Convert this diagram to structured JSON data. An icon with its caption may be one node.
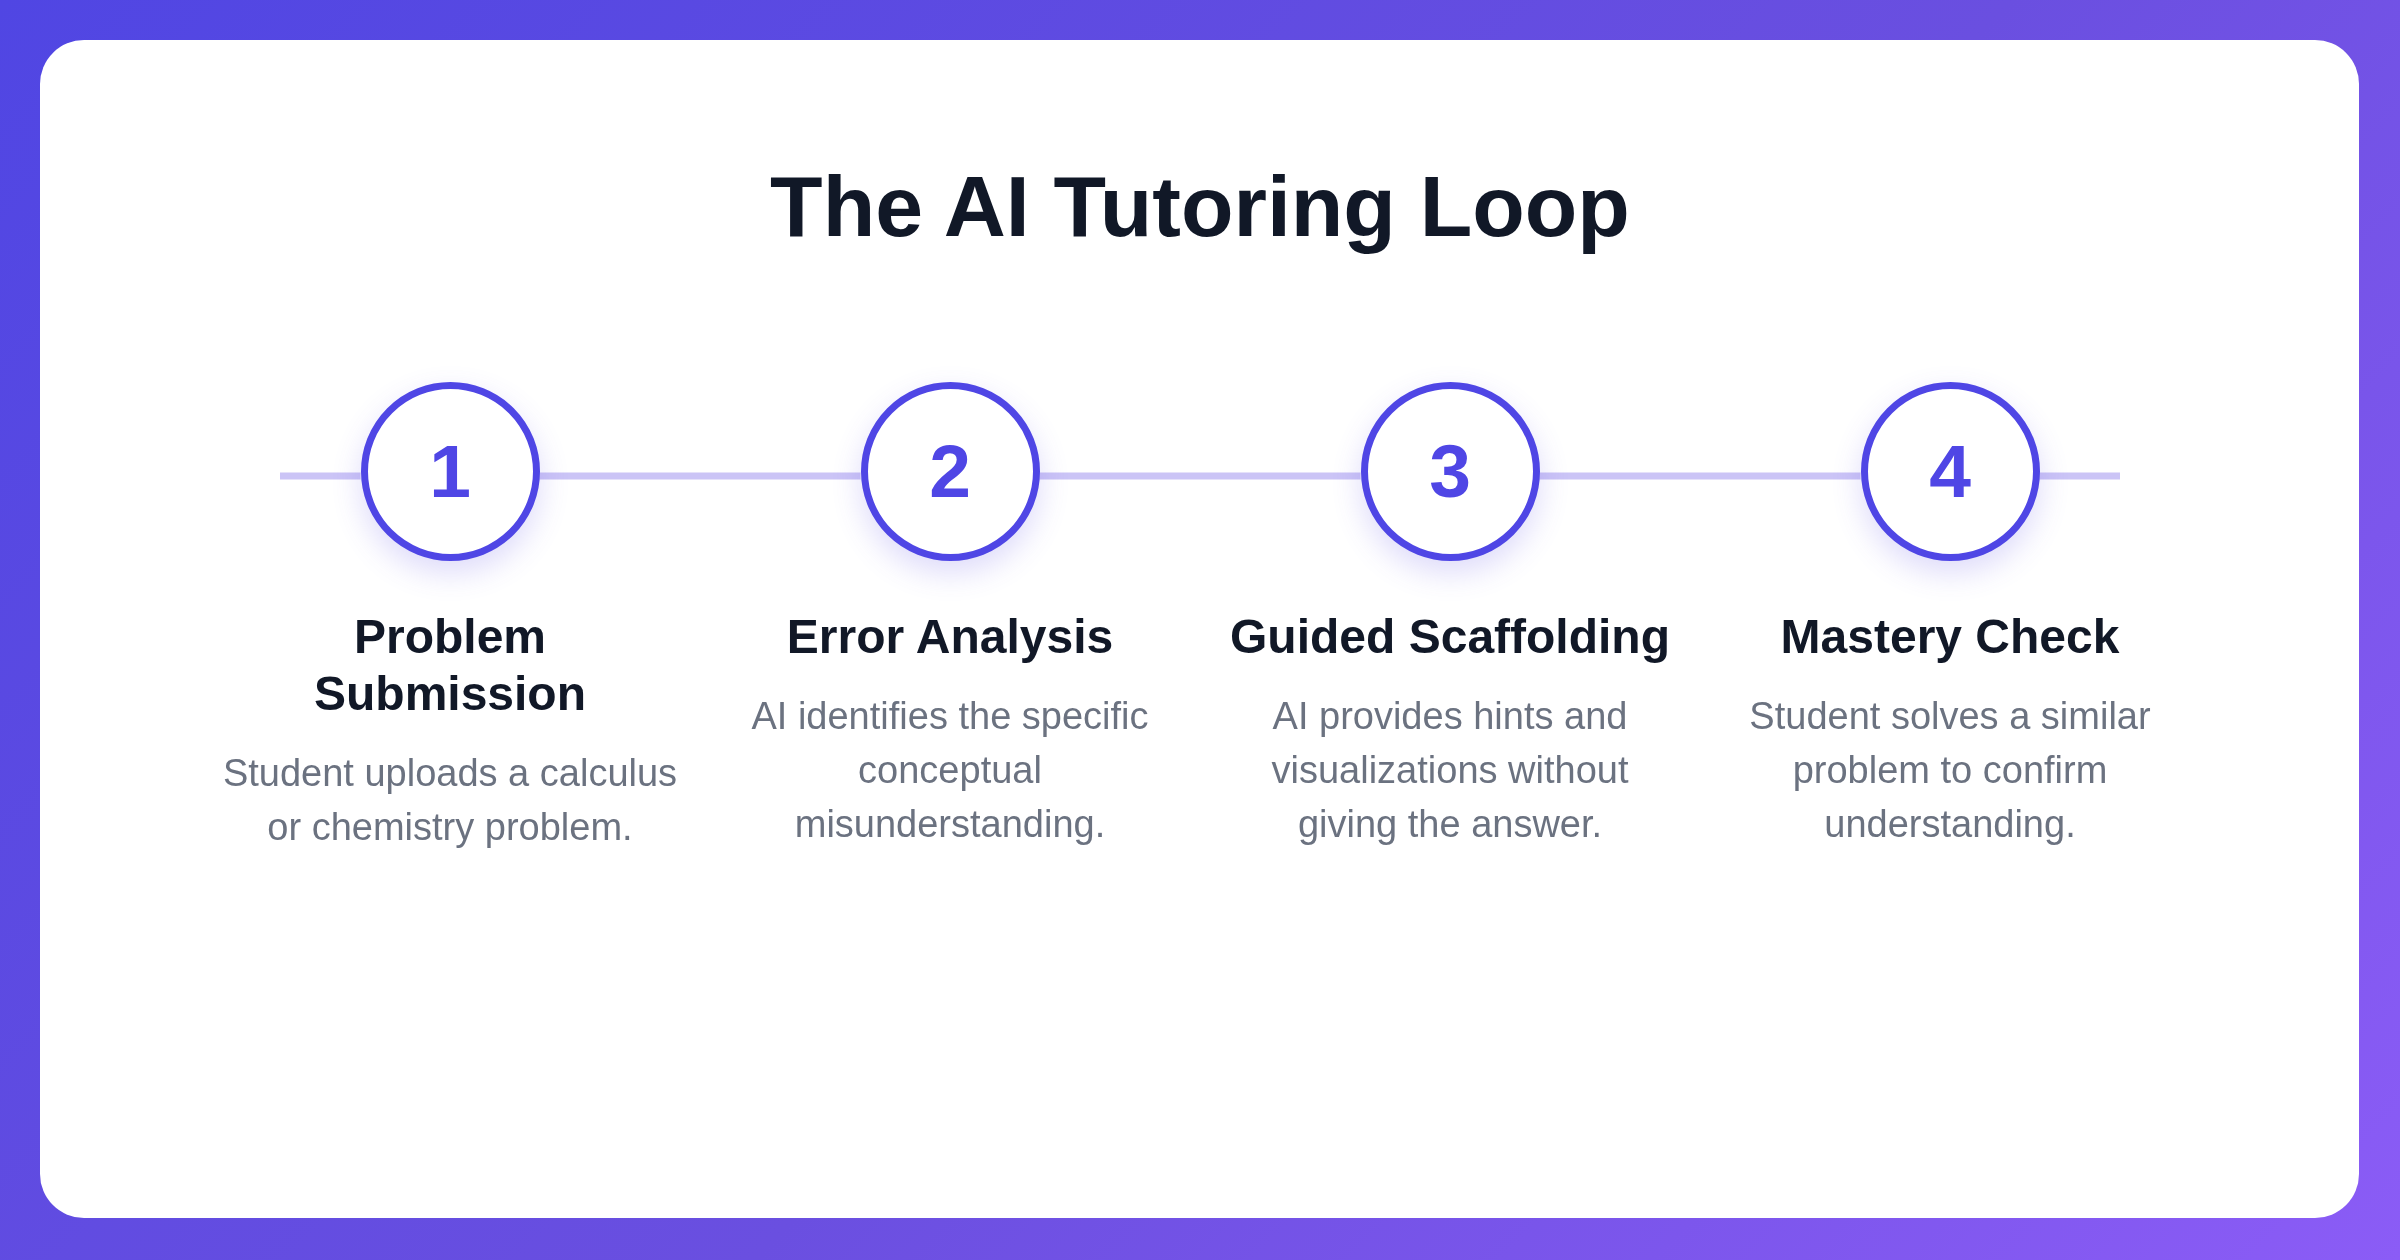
{
  "diagram": {
    "title": "The AI Tutoring Loop",
    "nodes": [
      {
        "text": [
          "1"
        ],
        "beside": [
          "Problem Submission",
          "Student uploads a calculus or chemistry problem."
        ]
      },
      {
        "text": [
          "2"
        ],
        "beside": [
          "Error Analysis",
          "AI identifies the specific conceptual misunderstanding."
        ]
      },
      {
        "text": [
          "3"
        ],
        "beside": [
          "Guided Scaffolding",
          "AI provides hints and visualizations without giving the answer."
        ]
      },
      {
        "text": [
          "4"
        ],
        "beside": [
          "Mastery Check",
          "Student solves a similar problem to confirm understanding."
        ]
      }
    ],
    "edges": [
      {
        "from": null,
        "to": 0,
        "arrow": "none"
      },
      {
        "from": 0,
        "to": 1,
        "arrow": "none"
      },
      {
        "from": 1,
        "to": 2,
        "arrow": "none"
      },
      {
        "from": 2,
        "to": 3,
        "arrow": "none"
      },
      {
        "from": 3,
        "to": null,
        "arrow": "none"
      }
    ]
  }
}
